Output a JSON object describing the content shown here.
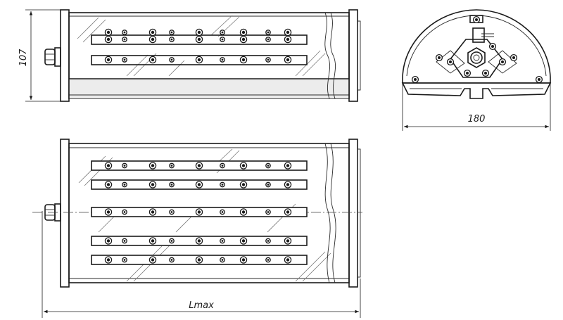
{
  "colors": {
    "line": "#1a1a1a",
    "background": "#ffffff",
    "glass_tint": "#ececec"
  },
  "dimensions": {
    "height_label": "107",
    "width_label": "180",
    "length_label": "Lmax"
  }
}
